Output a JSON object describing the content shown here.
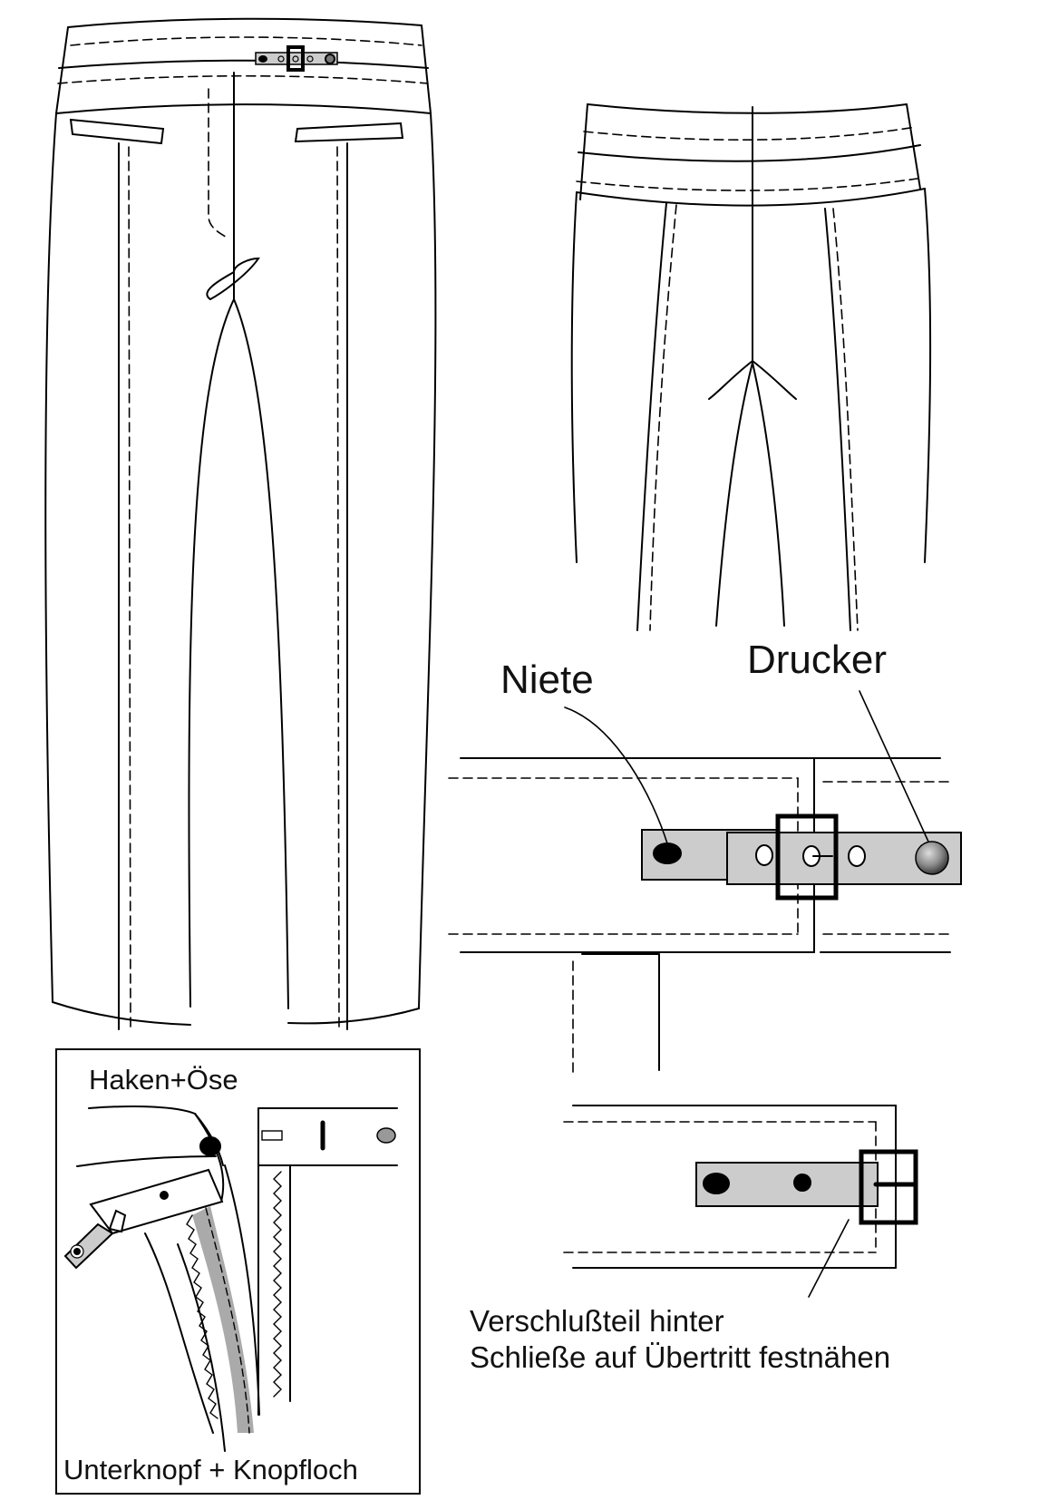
{
  "labels": {
    "niete": "Niete",
    "drucker": "Drucker",
    "haken_oese": "Haken+Öse",
    "unterknopf_knopfloch": "Unterknopf + Knopfloch",
    "verschluss_line1": "Verschlußteil hinter",
    "verschluss_line2": "Schließe auf Übertritt festnähen"
  },
  "colors": {
    "line": "#000000",
    "tab_fill": "#cccccc",
    "zip_fill": "#aaaaaa",
    "rivet": "#000000",
    "snap_fill": "#888888"
  }
}
